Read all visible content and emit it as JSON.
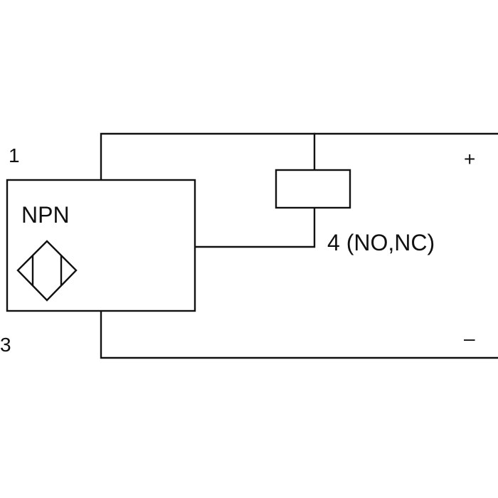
{
  "labels": {
    "pin1": "1",
    "pin3": "3",
    "sensor_type": "NPN",
    "output_pin": "4 (NO,NC)",
    "plus": "+",
    "minus": "–"
  },
  "icons": {
    "sensor_symbol": "inductive-sensor-diamond-icon"
  },
  "colors": {
    "line": "#111111",
    "background": "#ffffff"
  }
}
